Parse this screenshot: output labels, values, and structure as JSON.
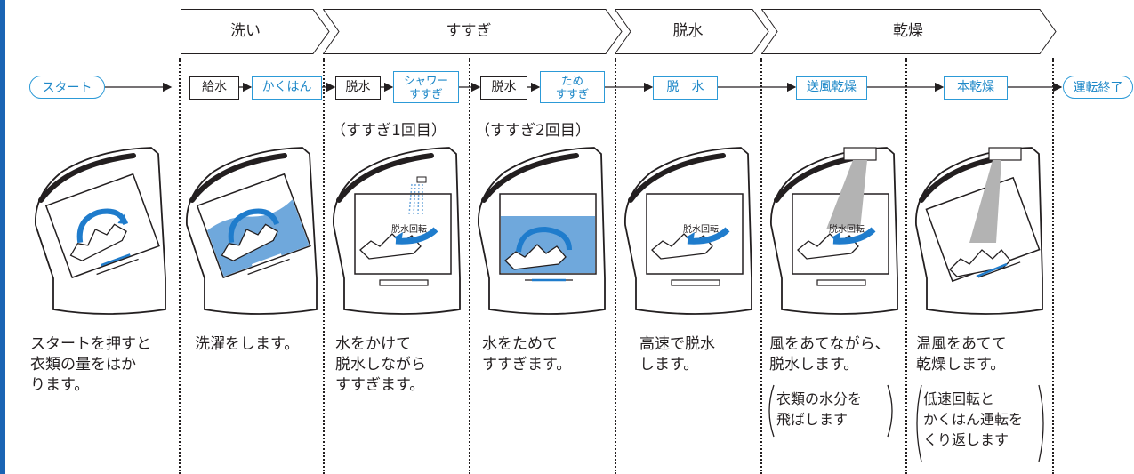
{
  "colors": {
    "accent": "#1e88c8",
    "water": "#6fa8dc",
    "swirl": "#1f7ccc",
    "left_bar": "#1a64b4"
  },
  "phases": [
    {
      "label": "洗い"
    },
    {
      "label": "すすぎ"
    },
    {
      "label": "脱水"
    },
    {
      "label": "乾燥"
    }
  ],
  "flow": {
    "start": "スタート",
    "end": "運転終了",
    "steps": [
      {
        "label": "給水",
        "style": "plain"
      },
      {
        "label": "かくはん",
        "style": "blue"
      },
      {
        "label": "脱水",
        "style": "plain"
      },
      {
        "lines": [
          "シャワー",
          "すすぎ"
        ],
        "style": "blue"
      },
      {
        "label": "脱水",
        "style": "plain"
      },
      {
        "lines": [
          "ため",
          "すすぎ"
        ],
        "style": "blue"
      },
      {
        "label": "脱　水",
        "style": "blue"
      },
      {
        "label": "送風乾燥",
        "style": "blue"
      },
      {
        "label": "本乾燥",
        "style": "blue"
      }
    ]
  },
  "rounds": [
    "（すすぎ1回目）",
    "（すすぎ2回目）"
  ],
  "machines": [
    {
      "icon": "washer-tilted-load-sensing-icon"
    },
    {
      "icon": "washer-tilted-washing-icon"
    },
    {
      "icon": "washer-shower-rinse-icon",
      "label": "脱水回転"
    },
    {
      "icon": "washer-fill-rinse-icon"
    },
    {
      "icon": "washer-spin-dry-icon",
      "label": "脱水回転"
    },
    {
      "icon": "washer-air-dry-icon",
      "label": "脱水回転"
    },
    {
      "icon": "washer-tilted-heat-dry-icon"
    }
  ],
  "descriptions": [
    {
      "lines": [
        "スタートを押すと",
        "衣類の量をはか",
        "ります。"
      ]
    },
    {
      "lines": [
        "洗濯をします。"
      ]
    },
    {
      "lines": [
        "水をかけて",
        "脱水しながら",
        "すすぎます。"
      ]
    },
    {
      "lines": [
        "水をためて",
        "すすぎます。"
      ]
    },
    {
      "lines": [
        "高速で脱水",
        "します。"
      ]
    },
    {
      "lines": [
        "風をあてながら、",
        "脱水します。"
      ],
      "note": [
        "衣類の水分を",
        "飛ばします"
      ]
    },
    {
      "lines": [
        "温風をあてて",
        "乾燥します。"
      ],
      "note": [
        "低速回転と",
        "かくはん運転を",
        "くり返します"
      ]
    }
  ]
}
